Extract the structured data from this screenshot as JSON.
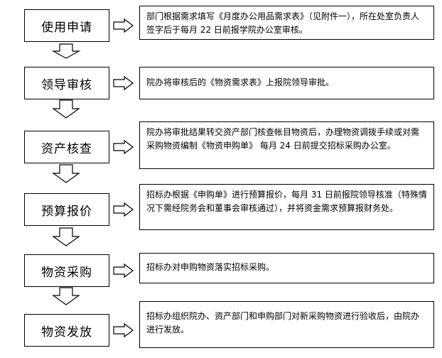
{
  "steps": [
    {
      "title": "使用申请",
      "desc": "部门根据需求填写《月度办公用品需求表》（见附件一），所在处室负责人签字后于每月 22 日前报学院办公室审核。"
    },
    {
      "title": "领导审核",
      "desc": "院办将审核后的《物资需求表》上报院领导审批。"
    },
    {
      "title": "资产核查",
      "desc": "院办将审批结果转交资产部门核查帐目物资后，办理物资调拨手续或对需采购物资编制《物资申购单》 每月 24 日前提交招标采购办公室。"
    },
    {
      "title": "预算报价",
      "desc": "招标办根据《申购单》进行预算报价，每月 31 日前报院领导核准（特殊情况下需经院务会和董事会审核通过），并将资金需求预算报财务处。"
    },
    {
      "title": "物资采购",
      "desc": "招标办对申购物资落实招标采购。"
    },
    {
      "title": "物资发放",
      "desc": "招标办组织院办、资产部门和申购部门对新采购物资进行验收后，由院办进行发放。"
    }
  ]
}
